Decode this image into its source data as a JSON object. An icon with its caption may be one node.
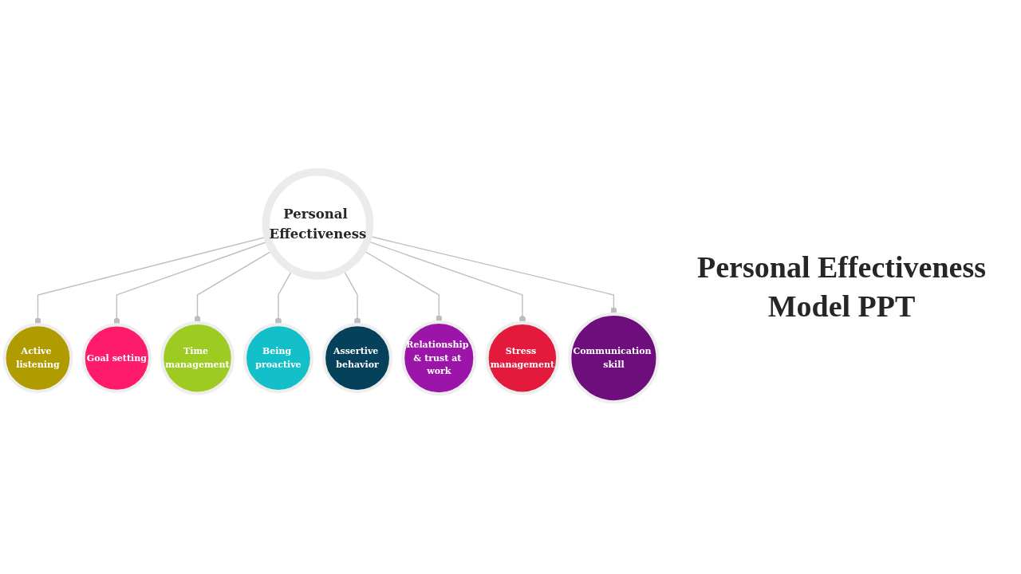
{
  "diagram": {
    "title": "Personal Effectiveness Model PPT",
    "nodes": [
      {
        "text": [
          "Personal Effectiveness"
        ]
      },
      {
        "text": [
          "Active listening"
        ]
      },
      {
        "text": [
          "Goal setting"
        ]
      },
      {
        "text": [
          "Time management"
        ]
      },
      {
        "text": [
          "Being proactive"
        ]
      },
      {
        "text": [
          "Assertive behavior"
        ]
      },
      {
        "text": [
          "Relationship & trust at work"
        ]
      },
      {
        "text": [
          "Stress management"
        ]
      },
      {
        "text": [
          "Communication skill"
        ]
      }
    ],
    "edges": [
      {
        "from": 0,
        "to": 1,
        "arrow": "other"
      },
      {
        "from": 0,
        "to": 2,
        "arrow": "other"
      },
      {
        "from": 0,
        "to": 3,
        "arrow": "other"
      },
      {
        "from": 0,
        "to": 4,
        "arrow": "other"
      },
      {
        "from": 0,
        "to": 5,
        "arrow": "other"
      },
      {
        "from": 0,
        "to": 6,
        "arrow": "other"
      },
      {
        "from": 0,
        "to": 7,
        "arrow": "other"
      },
      {
        "from": 0,
        "to": 8,
        "arrow": "other"
      }
    ]
  }
}
